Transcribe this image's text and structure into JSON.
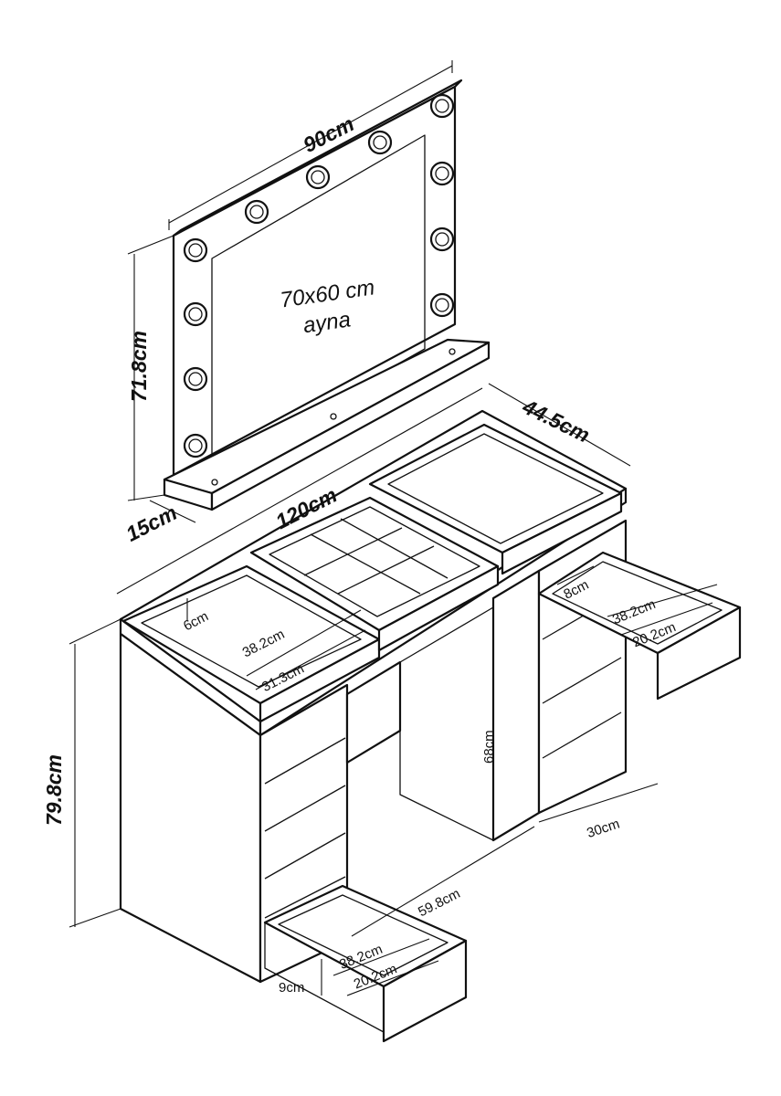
{
  "dimensions": {
    "mirror_width": "90cm",
    "mirror_height": "71.8cm",
    "mirror_depth": "15cm",
    "mirror_size": "70x60 cm",
    "mirror_word": "ayna",
    "table_width": "120cm",
    "table_depth": "44.5cm",
    "table_height": "79.8cm",
    "knee_height": "68cm",
    "knee_width": "59.8cm",
    "cabinet_depth": "30cm",
    "tray_left_inner_height": "6cm",
    "tray_left_length": "38.2cm",
    "tray_left_width": "31.3cm",
    "drawer_right_height": "8cm",
    "drawer_right_length": "38.2cm",
    "drawer_right_width": "20.2cm",
    "drawer_bottom_height": "9cm",
    "drawer_bottom_length": "38.2cm",
    "drawer_bottom_width": "20.2cm"
  }
}
